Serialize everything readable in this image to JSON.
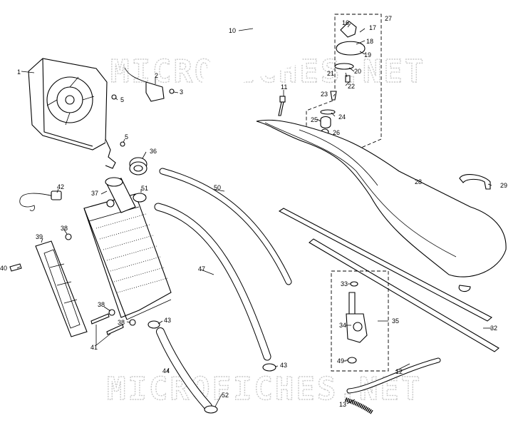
{
  "watermark": "MICROFICHES.NET",
  "callouts": [
    {
      "id": "c1",
      "text": "1"
    },
    {
      "id": "c2",
      "text": "2"
    },
    {
      "id": "c3",
      "text": "3"
    },
    {
      "id": "c5a",
      "text": "5"
    },
    {
      "id": "c5b",
      "text": "5"
    },
    {
      "id": "c10",
      "text": "10"
    },
    {
      "id": "c11",
      "text": "11"
    },
    {
      "id": "c12",
      "text": "12"
    },
    {
      "id": "c13",
      "text": "13"
    },
    {
      "id": "c16",
      "text": "16"
    },
    {
      "id": "c17",
      "text": "17"
    },
    {
      "id": "c18",
      "text": "18"
    },
    {
      "id": "c19",
      "text": "19"
    },
    {
      "id": "c20",
      "text": "20"
    },
    {
      "id": "c21",
      "text": "21"
    },
    {
      "id": "c22",
      "text": "22"
    },
    {
      "id": "c23",
      "text": "23"
    },
    {
      "id": "c24",
      "text": "24"
    },
    {
      "id": "c25",
      "text": "25"
    },
    {
      "id": "c26",
      "text": "26"
    },
    {
      "id": "c27",
      "text": "27"
    },
    {
      "id": "c28",
      "text": "28"
    },
    {
      "id": "c29",
      "text": "29"
    },
    {
      "id": "c32",
      "text": "32"
    },
    {
      "id": "c33",
      "text": "33"
    },
    {
      "id": "c34",
      "text": "34"
    },
    {
      "id": "c35",
      "text": "35"
    },
    {
      "id": "c36",
      "text": "36"
    },
    {
      "id": "c37",
      "text": "37"
    },
    {
      "id": "c38a",
      "text": "38"
    },
    {
      "id": "c38b",
      "text": "38"
    },
    {
      "id": "c38c",
      "text": "38"
    },
    {
      "id": "c39",
      "text": "39"
    },
    {
      "id": "c40",
      "text": "40"
    },
    {
      "id": "c41",
      "text": "41"
    },
    {
      "id": "c42",
      "text": "42"
    },
    {
      "id": "c43a",
      "text": "43"
    },
    {
      "id": "c43b",
      "text": "43"
    },
    {
      "id": "c44",
      "text": "44"
    },
    {
      "id": "c47",
      "text": "47"
    },
    {
      "id": "c49",
      "text": "49"
    },
    {
      "id": "c50",
      "text": "50"
    },
    {
      "id": "c51",
      "text": "51"
    },
    {
      "id": "c52",
      "text": "52"
    }
  ]
}
